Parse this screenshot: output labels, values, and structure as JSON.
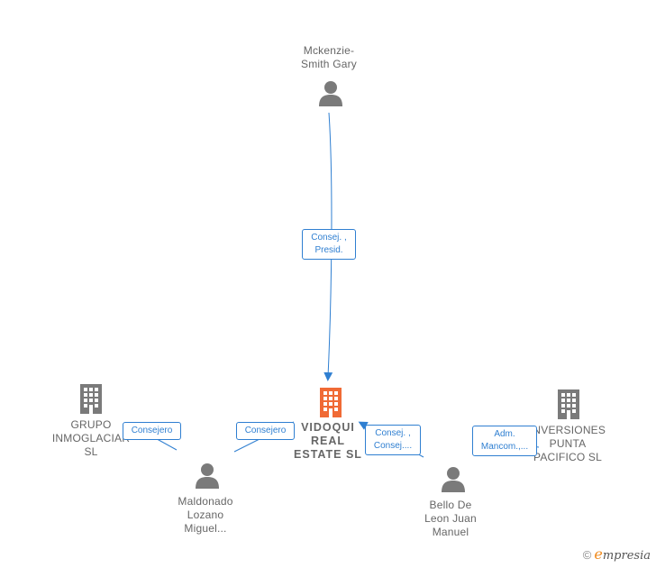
{
  "nodes": {
    "top_person": "Mckenzie-\nSmith Gary",
    "center_company": "VIDOQUI\nREAL\nESTATE  SL",
    "left_company": "GRUPO\nINMOGLACIAR\nSL",
    "left_person": "Maldonado\nLozano\nMiguel...",
    "right_person": "Bello De\nLeon Juan\nManuel",
    "right_company": "INVERSIONES\nPUNTA\nPACIFICO  SL"
  },
  "edges": {
    "top_to_center": "Consej. ,\nPresid.",
    "left_company_role": "Consejero",
    "left_person_role": "Consejero",
    "right_person_role": "Consej. ,\nConsej....",
    "right_company_role": "Adm.\nMancom.,..."
  },
  "brand": {
    "copyright": "©",
    "e": "e",
    "rest": "mpresia"
  },
  "colors": {
    "edge": "#2f7fd1",
    "center_company": "#f06a35",
    "node": "#7a7a7a"
  }
}
